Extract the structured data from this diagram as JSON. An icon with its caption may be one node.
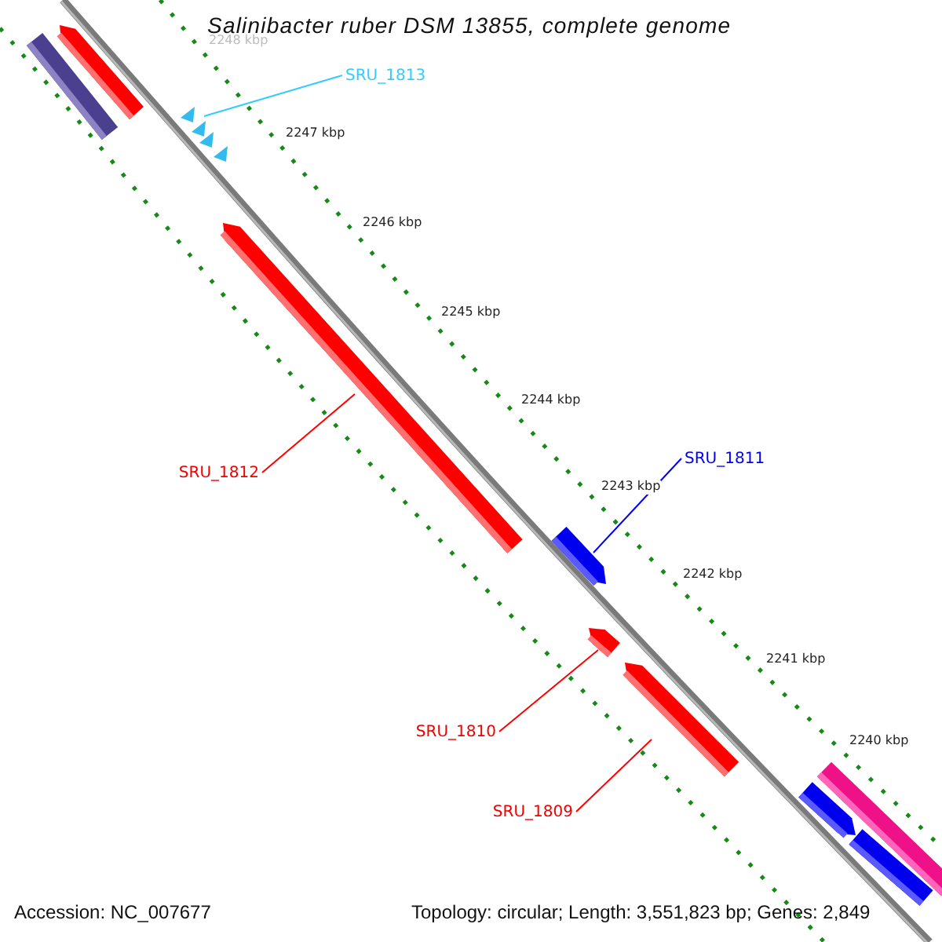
{
  "diagram": {
    "title": "Salinibacter ruber DSM 13855, complete genome",
    "nodes": [
      {
        "text": [],
        "shape": "bar"
      },
      {
        "text": [],
        "shape": "bar"
      },
      {
        "text": [
          "SRU_1813"
        ]
      },
      {
        "text": [],
        "shape": "triangle"
      },
      {
        "text": [],
        "shape": "bar"
      },
      {
        "text": [
          "SRU_1812"
        ]
      },
      {
        "text": [
          "SRU_1811"
        ]
      },
      {
        "text": [],
        "shape": "bar"
      },
      {
        "text": [],
        "shape": "bar"
      },
      {
        "text": [
          "SRU_1810"
        ]
      },
      {
        "text": [],
        "shape": "bar"
      },
      {
        "text": [
          "SRU_1809"
        ]
      },
      {
        "text": [],
        "shape": "bar"
      },
      {
        "text": [],
        "shape": "bar"
      },
      {
        "text": [],
        "shape": "bar"
      }
    ],
    "edges": [
      {
        "from": 2,
        "to": 3,
        "arrow": "none",
        "color": "#33ccff"
      },
      {
        "from": 5,
        "to": 4,
        "arrow": "none"
      },
      {
        "from": 6,
        "to": 7,
        "arrow": "none",
        "color": "#0000ff"
      },
      {
        "from": 9,
        "to": 8,
        "arrow": "none"
      },
      {
        "from": 11,
        "to": 10,
        "arrow": "none"
      }
    ],
    "labels": [
      "2248 kbp",
      "2247 kbp",
      "2246 kbp",
      "2245 kbp",
      "2244 kbp",
      "2243 kbp",
      "2242 kbp",
      "2241 kbp",
      "2240 kbp",
      "Accession: NC_007677",
      "Topology: circular; Length: 3,551,823 bp; Genes: 2,849"
    ]
  }
}
